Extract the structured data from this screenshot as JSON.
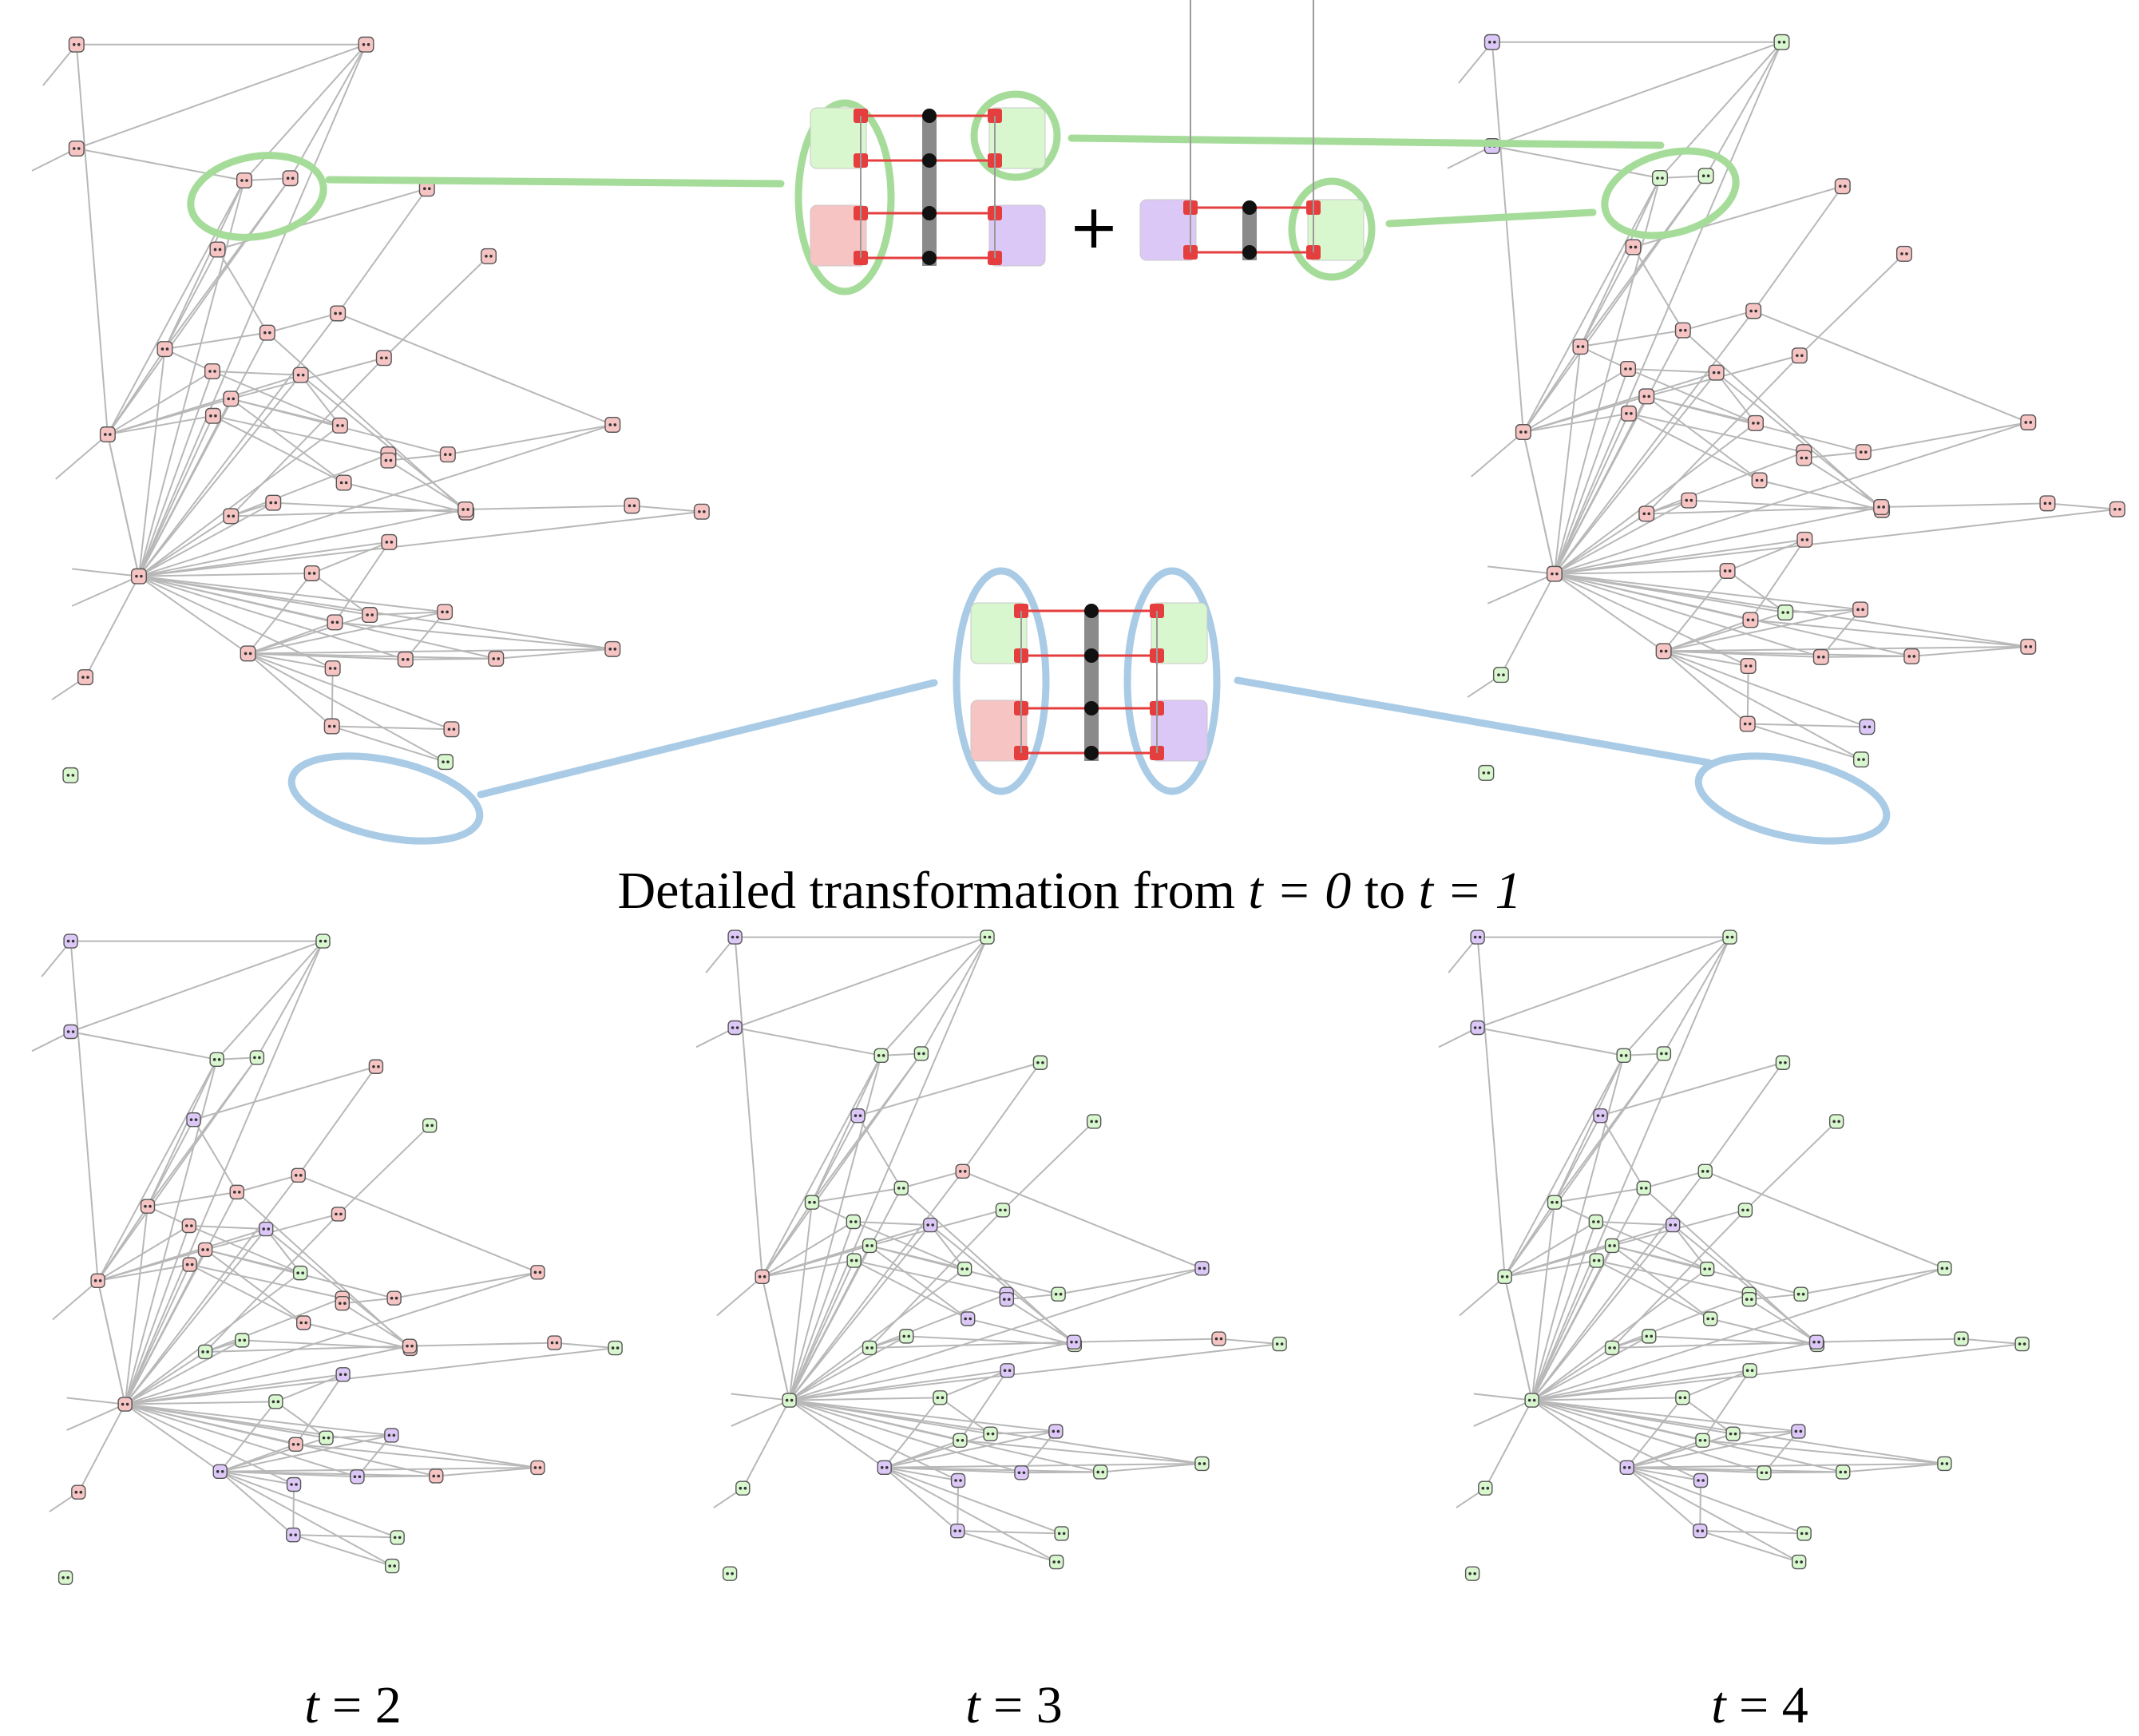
{
  "caption_main": "Detailed transformation from t = 0 to t = 1",
  "caption_parts": {
    "prefix": "Detailed transformation from ",
    "t0": "t = 0",
    "mid": " to ",
    "t1": "t = 1"
  },
  "panel_labels": [
    {
      "var": "t",
      "eq": " = ",
      "num": "2"
    },
    {
      "var": "t",
      "eq": " = ",
      "num": "3"
    },
    {
      "var": "t",
      "eq": " = ",
      "num": "4"
    }
  ],
  "plus_sign": "+",
  "colors": {
    "red_fill": "#f7c4c4",
    "green_fill": "#d9f7cf",
    "purple_fill": "#dcc8f7",
    "edge": "#b8b8b8",
    "node_border": "#555555",
    "green_highlight": "#a6dc9a",
    "blue_highlight": "#a9cbe6",
    "connector_red": "#e53e3e",
    "connector_black": "#111111",
    "bar_gray": "#8a8a8a"
  },
  "graph_states": {
    "t0": "RRRRRRRRRRRRRRRRRRRRRRRRRRRRRRRRRRRRRRRRRRRGG",
    "t1": "PPGGGRRRRRRRRRRRRRRRRRRRRRRRRRRRGRRRRRRRRPGGG",
    "t2": "PPGGGPRGRRRRRPRGRRRRRRRRGGRRGGPRGPPRRRPPPGRGG",
    "t3": "PPGGGPGGGGRRGPGGGPGPGPPGGGPRGGPGGPPGGGPPPGGGG",
    "t4": "PPGGGPGGGGGGGPGGGGGGGGGGGGPGGGGGGPGGGGPPPGGGG"
  }
}
